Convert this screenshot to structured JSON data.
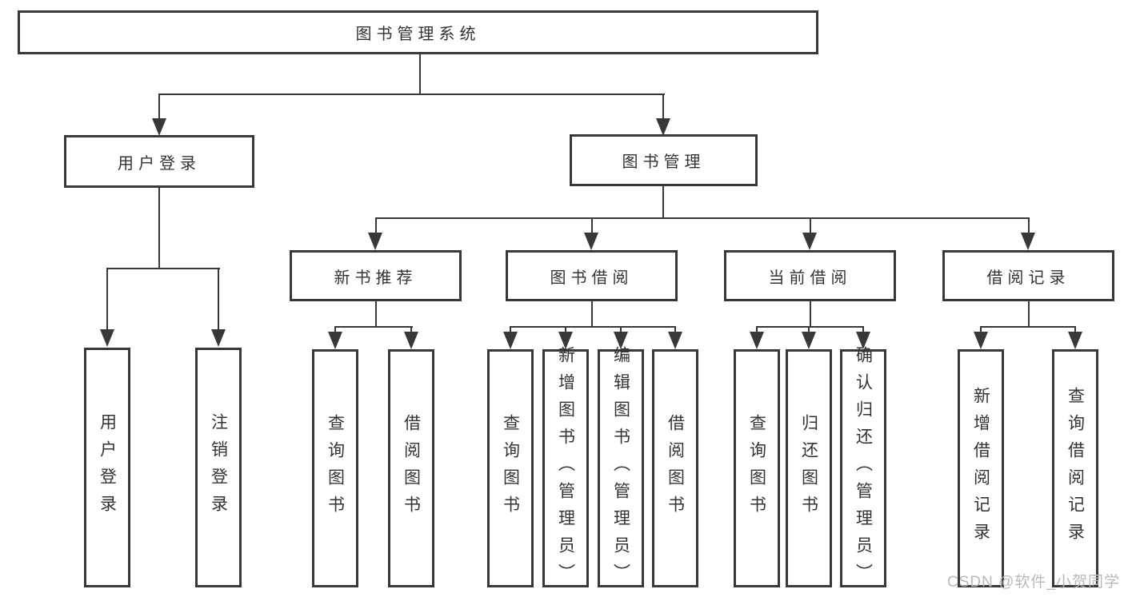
{
  "root": {
    "label": "图书管理系统"
  },
  "level2": [
    {
      "label": "用户登录"
    },
    {
      "label": "图书管理"
    }
  ],
  "level3": [
    {
      "label": "新书推荐"
    },
    {
      "label": "图书借阅"
    },
    {
      "label": "当前借阅"
    },
    {
      "label": "借阅记录"
    }
  ],
  "leaves_login": [
    {
      "label": "用户登录"
    },
    {
      "label": "注销登录"
    }
  ],
  "leaves_recommend": [
    {
      "label": "查询图书"
    },
    {
      "label": "借阅图书"
    }
  ],
  "leaves_borrow": [
    {
      "label": "查询图书"
    },
    {
      "label": "新增图书（管理员）"
    },
    {
      "label": "编辑图书（管理员）"
    },
    {
      "label": "借阅图书"
    }
  ],
  "leaves_current": [
    {
      "label": "查询图书"
    },
    {
      "label": "归还图书"
    },
    {
      "label": "确认归还（管理员）"
    }
  ],
  "leaves_records": [
    {
      "label": "新增借阅记录"
    },
    {
      "label": "查询借阅记录"
    }
  ],
  "watermark": {
    "text": "CSDN @软件_小贺同学"
  },
  "colors": {
    "line": "#383838",
    "text": "#333333",
    "watermark": "#b9b9b9",
    "background": "#ffffff"
  }
}
